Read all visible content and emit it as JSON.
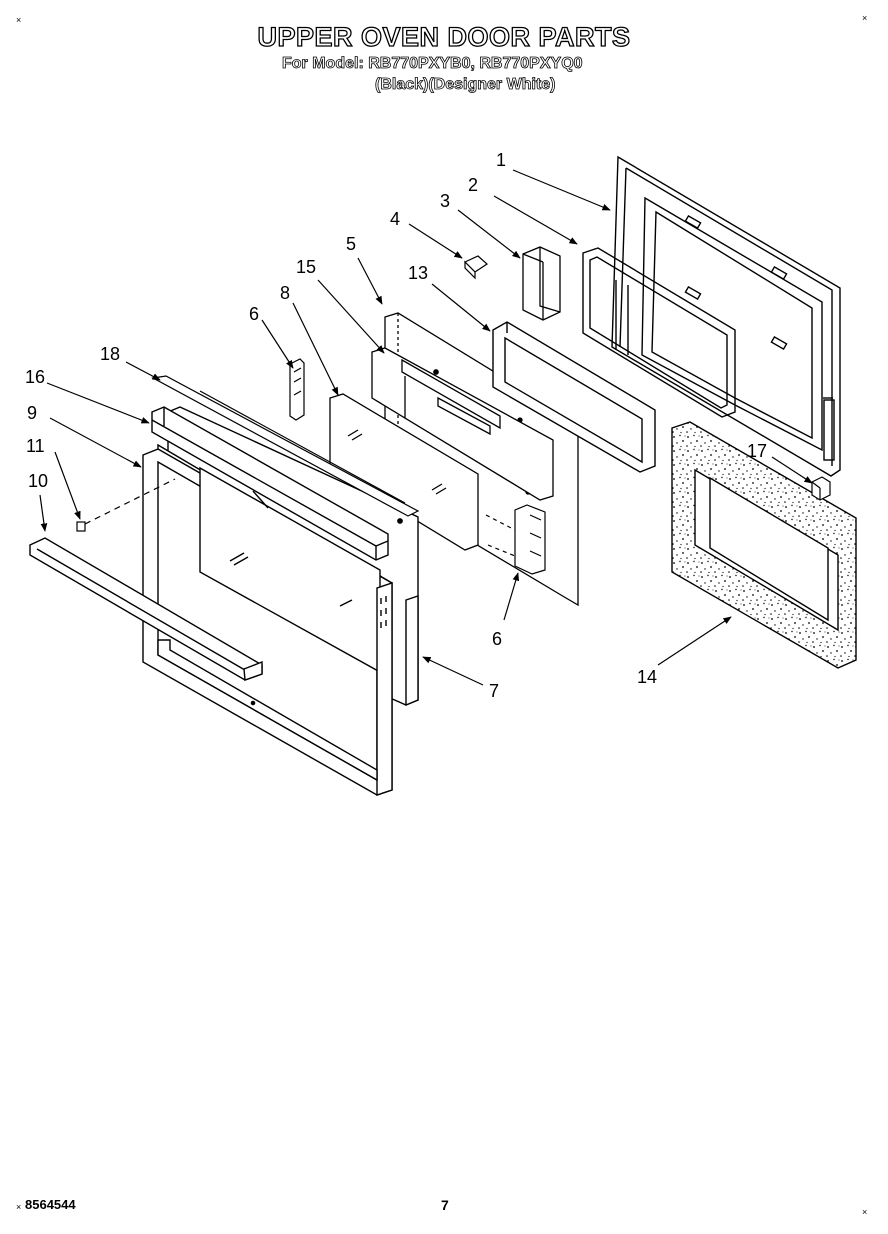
{
  "header": {
    "title": "UPPER OVEN DOOR PARTS",
    "model_line": "For Model: RB770PXYB0, RB770PXYQ0",
    "color_line": "(Black)(Designer White)"
  },
  "footer": {
    "doc_number": "8564544",
    "page_number": "7"
  },
  "corner_mark": "×",
  "callouts": [
    {
      "id": "1",
      "label": "1"
    },
    {
      "id": "2",
      "label": "2"
    },
    {
      "id": "3",
      "label": "3"
    },
    {
      "id": "4",
      "label": "4"
    },
    {
      "id": "5",
      "label": "5"
    },
    {
      "id": "15",
      "label": "15"
    },
    {
      "id": "13",
      "label": "13"
    },
    {
      "id": "8",
      "label": "8"
    },
    {
      "id": "6a",
      "label": "6"
    },
    {
      "id": "18",
      "label": "18"
    },
    {
      "id": "16",
      "label": "16"
    },
    {
      "id": "9",
      "label": "9"
    },
    {
      "id": "11",
      "label": "11"
    },
    {
      "id": "10",
      "label": "10"
    },
    {
      "id": "17",
      "label": "17"
    },
    {
      "id": "6b",
      "label": "6"
    },
    {
      "id": "7",
      "label": "7"
    },
    {
      "id": "14",
      "label": "14"
    }
  ]
}
